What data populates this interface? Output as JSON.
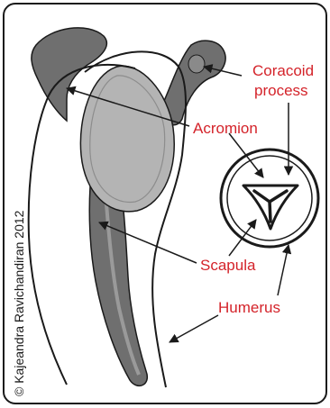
{
  "labels": {
    "coracoid_line1": "Coracoid",
    "coracoid_line2": "process",
    "acromion": "Acromion",
    "scapula": "Scapula",
    "humerus": "Humerus"
  },
  "copyright": "© Kajeandra Ravichandiran 2012",
  "colors": {
    "label_red": "#d4232a",
    "bone_dark": "#6f6f6f",
    "bone_light": "#b4b4b4",
    "outline": "#1a1a1a"
  }
}
